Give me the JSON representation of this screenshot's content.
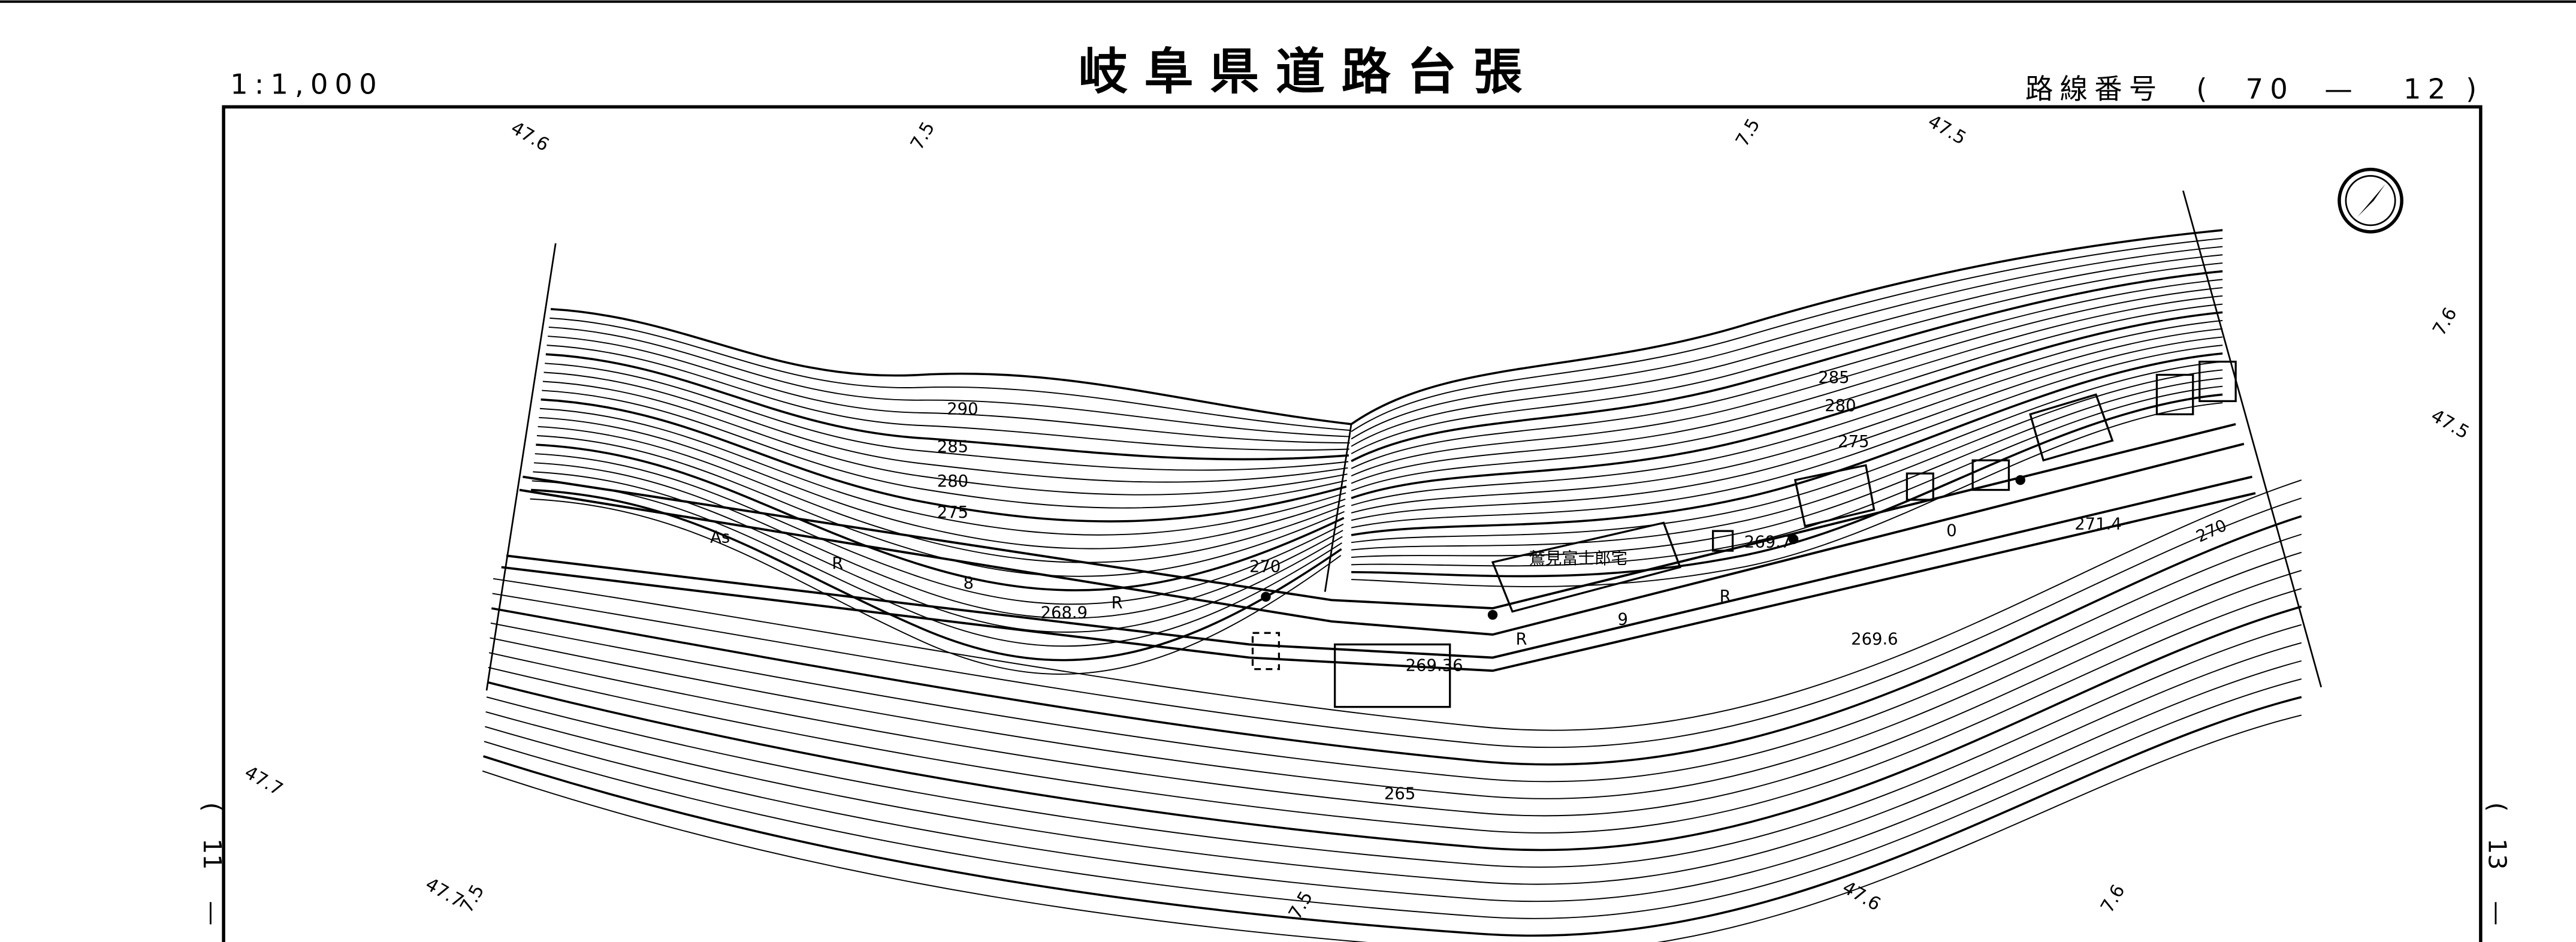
{
  "header": {
    "scale": "1:1,000",
    "title": "岐阜県道路台張",
    "route_label": "路線番号",
    "route_open": "(",
    "route_a": "70",
    "route_dash": "—",
    "route_b": "12",
    "route_close": ")"
  },
  "sheet_refs": {
    "left": [
      "(",
      "11",
      "—"
    ],
    "right": [
      "(",
      "13",
      "—"
    ]
  },
  "grid_labels": {
    "top": [
      "47.6",
      "7.5",
      "7.5",
      "47.5"
    ],
    "right": [
      "7.6",
      "47.5"
    ],
    "left": [
      "47.7"
    ],
    "bottom": [
      "47.7",
      "7.5",
      "7.5",
      "47.6",
      "7.6"
    ]
  },
  "contours": {
    "left": [
      "290",
      "285",
      "280",
      "275",
      "270"
    ],
    "right": [
      "285",
      "280",
      "275",
      "270"
    ],
    "bottom": "265"
  },
  "spot_heights": [
    "268.9",
    "269.36",
    "269.7",
    "271.4",
    "269.6"
  ],
  "road": {
    "surface": "As",
    "section_a": [
      "R",
      "8",
      "R"
    ],
    "section_b": [
      "R",
      "9",
      "R"
    ],
    "marker": "0"
  },
  "buildings": {
    "residence": "鷲見富士郎宅"
  },
  "colors": {
    "ink": "#000000",
    "paper": "#ffffff"
  }
}
